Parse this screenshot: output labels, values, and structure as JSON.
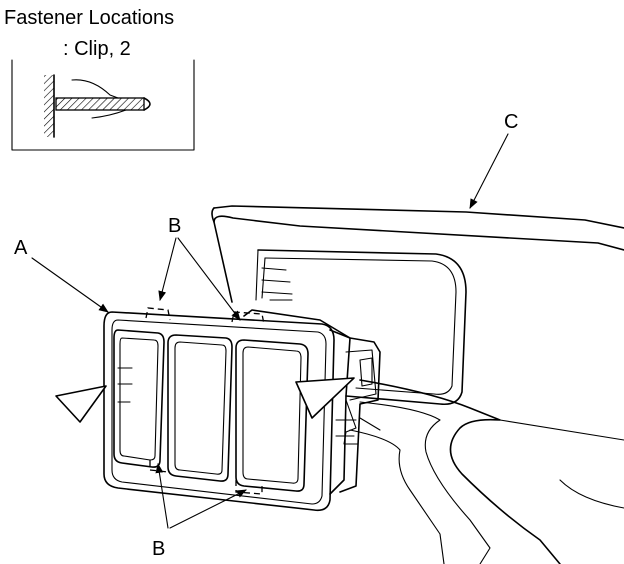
{
  "legend": {
    "title": "Fastener Locations",
    "subtitle": ": Clip, 2"
  },
  "callouts": {
    "a": "A",
    "b_top": "B",
    "b_bottom": "B",
    "c": "C"
  }
}
